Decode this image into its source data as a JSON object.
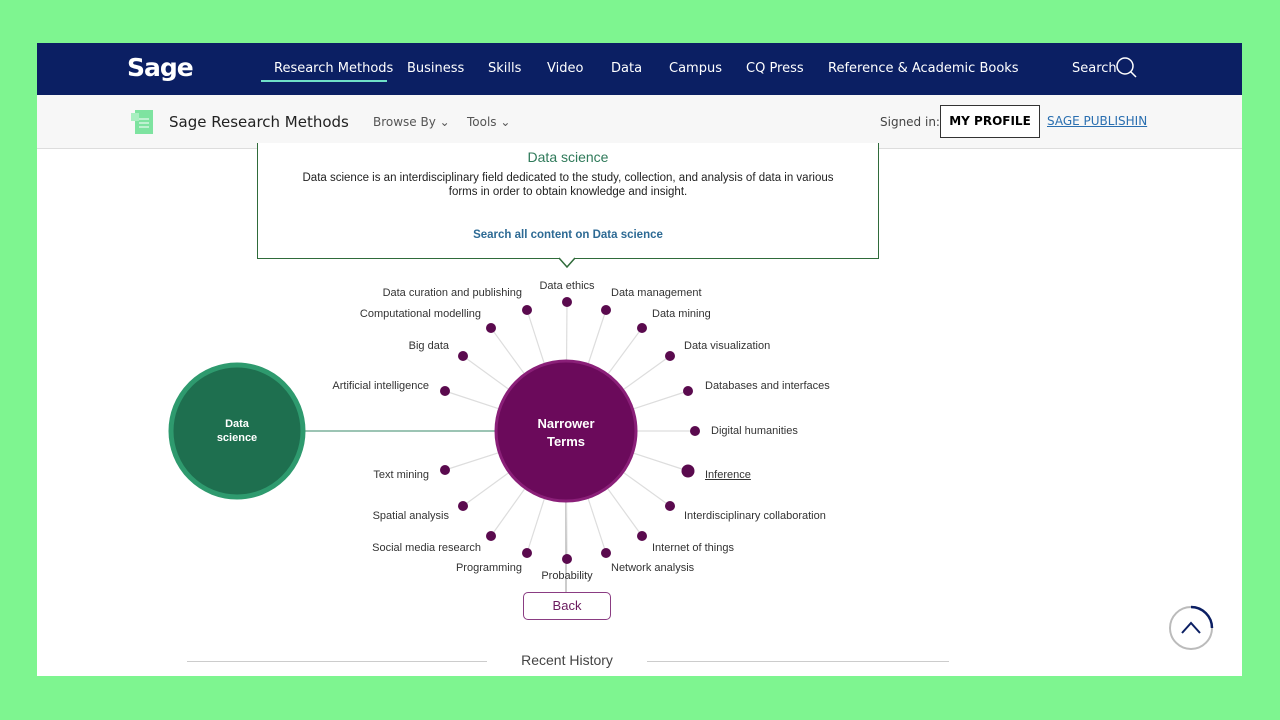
{
  "nav": {
    "logo": "Sage",
    "items": [
      "Research Methods",
      "Business",
      "Skills",
      "Video",
      "Data",
      "Campus",
      "CQ Press",
      "Reference & Academic Books"
    ],
    "active": "Research Methods",
    "search": "Search"
  },
  "subheader": {
    "title": "Sage Research Methods",
    "browse": "Browse By",
    "tools": "Tools",
    "signed_in": "Signed in:",
    "profile": "MY PROFILE",
    "publisher_link": "SAGE PUBLISHIN"
  },
  "callout": {
    "title": "Data science",
    "description": "Data science is an interdisciplinary field dedicated to the study, collection, and analysis of data in various forms in order to obtain knowledge and insight.",
    "search_link": "Search all content on Data science"
  },
  "diagram": {
    "broader": "Data science",
    "center": "Narrower Terms",
    "terms": [
      "Data ethics",
      "Data management",
      "Data mining",
      "Data visualization",
      "Databases and interfaces",
      "Digital humanities",
      "Inference",
      "Interdisciplinary collaboration",
      "Internet of things",
      "Network analysis",
      "Probability",
      "Programming",
      "Social media research",
      "Spatial analysis",
      "Text mining",
      "Artificial intelligence",
      "Big data",
      "Computational modelling",
      "Data curation and publishing"
    ],
    "hovered": "Inference",
    "back": "Back"
  },
  "recent_history": "Recent History",
  "colors": {
    "nav": "#0b1f63",
    "broader": "#1e6f4f",
    "narrower": "#6b0a5b",
    "page_bg": "#7ef590"
  }
}
